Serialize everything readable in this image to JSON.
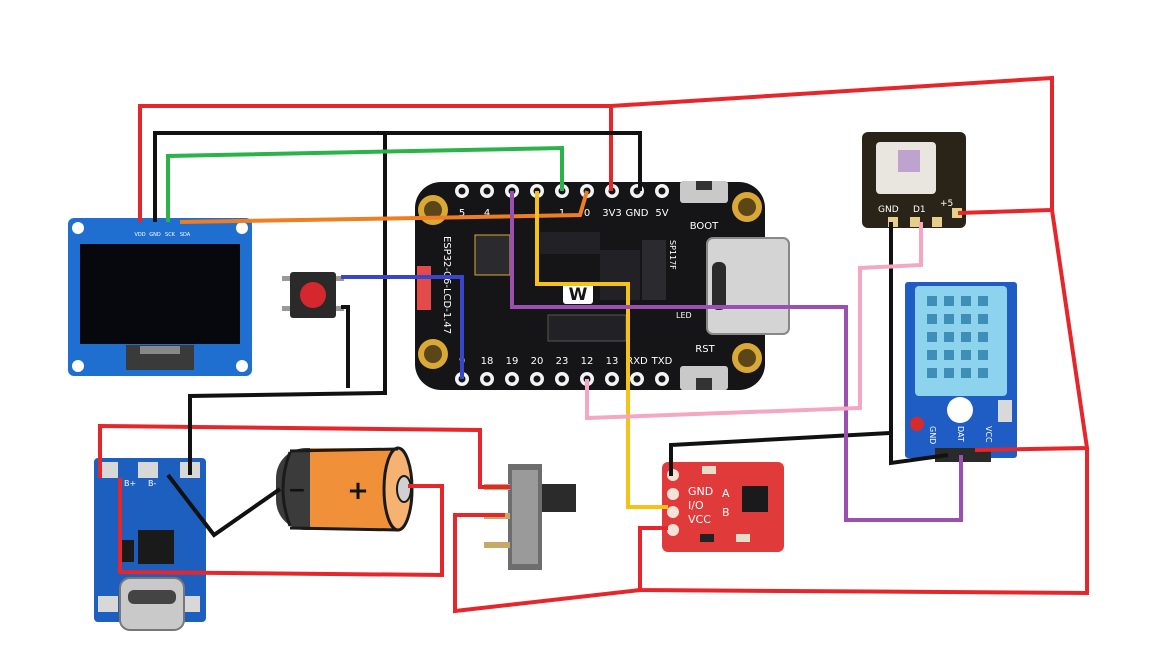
{
  "colors": {
    "wire_red": "#e5262b",
    "wire_black": "#111111",
    "wire_green": "#2bb34a",
    "wire_orange": "#ef7d22",
    "wire_yellow": "#f6c218",
    "wire_purple": "#9b4fb0",
    "wire_pink": "#f4a6c3",
    "wire_blue": "#3a46c8",
    "esp32_board": "#151517",
    "oled_pcb": "#1f6fd0",
    "charger_pcb": "#1d5fbf",
    "touch_pcb": "#e03a3a",
    "dht_body": "#8ed3ee",
    "dht_pcb": "#1f5cc4"
  },
  "esp32": {
    "model_label": "ESP32-C6-LCD-1.47",
    "top_pins": [
      "5",
      "4",
      "",
      "",
      "1",
      "0",
      "3V3",
      "GND",
      "5V"
    ],
    "bottom_pins": [
      "9",
      "18",
      "19",
      "20",
      "23",
      "12",
      "13",
      "RXD",
      "TXD"
    ],
    "boot_label": "BOOT",
    "rst_label": "RST",
    "chip_label": "SP117F",
    "led_label": "LED",
    "logo": "W"
  },
  "oled": {
    "pins": [
      "VDD",
      "GND",
      "SCK",
      "SDA"
    ]
  },
  "rgb_module": {
    "pins": [
      "GND",
      "D1",
      "+5"
    ]
  },
  "dht": {
    "pins": [
      "GND",
      "DAT",
      "VCC"
    ]
  },
  "touch": {
    "pins": [
      "GND",
      "I/O",
      "VCC"
    ],
    "pads": [
      "A",
      "B"
    ]
  },
  "charger": {
    "labels": [
      "B+",
      "B-"
    ]
  },
  "battery": {
    "plus": "+",
    "minus": "−"
  }
}
